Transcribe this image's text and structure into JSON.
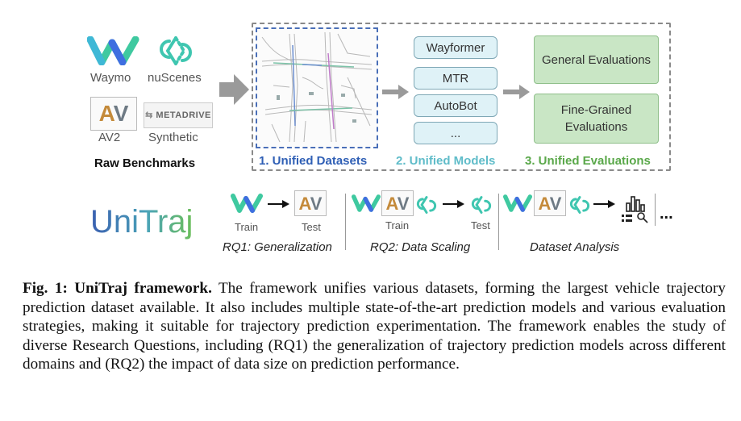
{
  "benchmarks": {
    "waymo": "Waymo",
    "nuscenes": "nuScenes",
    "av2": "AV2",
    "av_logo": "AV",
    "metadrive_logo": "METADRIVE",
    "synthetic": "Synthetic",
    "title": "Raw Benchmarks"
  },
  "models": [
    "Wayformer",
    "MTR",
    "AutoBot",
    "..."
  ],
  "evaluations": {
    "general": "General Evaluations",
    "fine_grained_1": "Fine-Grained",
    "fine_grained_2": "Evaluations"
  },
  "stages": {
    "datasets": "1. Unified Datasets",
    "models": "2. Unified Models",
    "evaluations": "3. Unified Evaluations"
  },
  "logo": "UniTraj",
  "bottom": {
    "train": "Train",
    "test": "Test",
    "av": "AV",
    "rq1": "RQ1: Generalization",
    "rq2": "RQ2: Data Scaling",
    "analysis": "Dataset Analysis",
    "more": "..."
  },
  "caption": {
    "label": "Fig. 1: UniTraj framework.",
    "text": " The framework unifies various datasets, forming the largest vehicle trajectory prediction dataset available. It also includes multiple state-of-the-art prediction models and various evaluation strategies, making it suitable for trajectory prediction experimentation. The framework enables the study of diverse Research Questions, including (RQ1) the generalization of trajectory prediction models across different domains and (RQ2) the impact of data size on prediction performance."
  },
  "colors": {
    "waymo_green": "#3fc9a0",
    "waymo_blue": "#3f6ee0",
    "nuscenes_teal": "#3fc6b0",
    "datasets_blue": "#2f5fb5",
    "models_teal": "#5fbcc9",
    "evaluations_green": "#5aa84a"
  }
}
